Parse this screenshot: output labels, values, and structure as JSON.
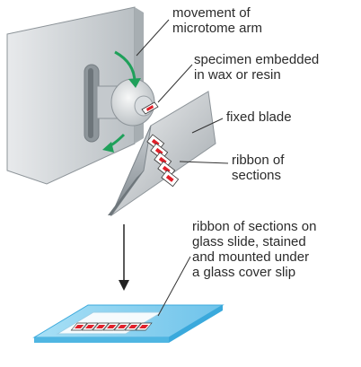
{
  "labels": {
    "arm": {
      "line1": "movement of",
      "line2": "microtome arm"
    },
    "specimen": {
      "line1": "specimen embedded",
      "line2": "in wax or resin"
    },
    "blade": {
      "line1": "fixed blade"
    },
    "ribbon": {
      "line1": "ribbon of",
      "line2": "sections"
    },
    "slide": {
      "line1": "ribbon of sections on",
      "line2": "glass slide, stained",
      "line3": "and mounted under",
      "line4": "a glass cover slip"
    }
  },
  "colors": {
    "arm_body": "#cfd3d6",
    "arm_shadow": "#9aa1a6",
    "rotation_arrow": "#1fa05a",
    "blade": "#bfc4c8",
    "section_fill": "#e0202a",
    "slide_glass": "#8fd3f0",
    "leader_line": "#333333"
  },
  "section_count": 7
}
